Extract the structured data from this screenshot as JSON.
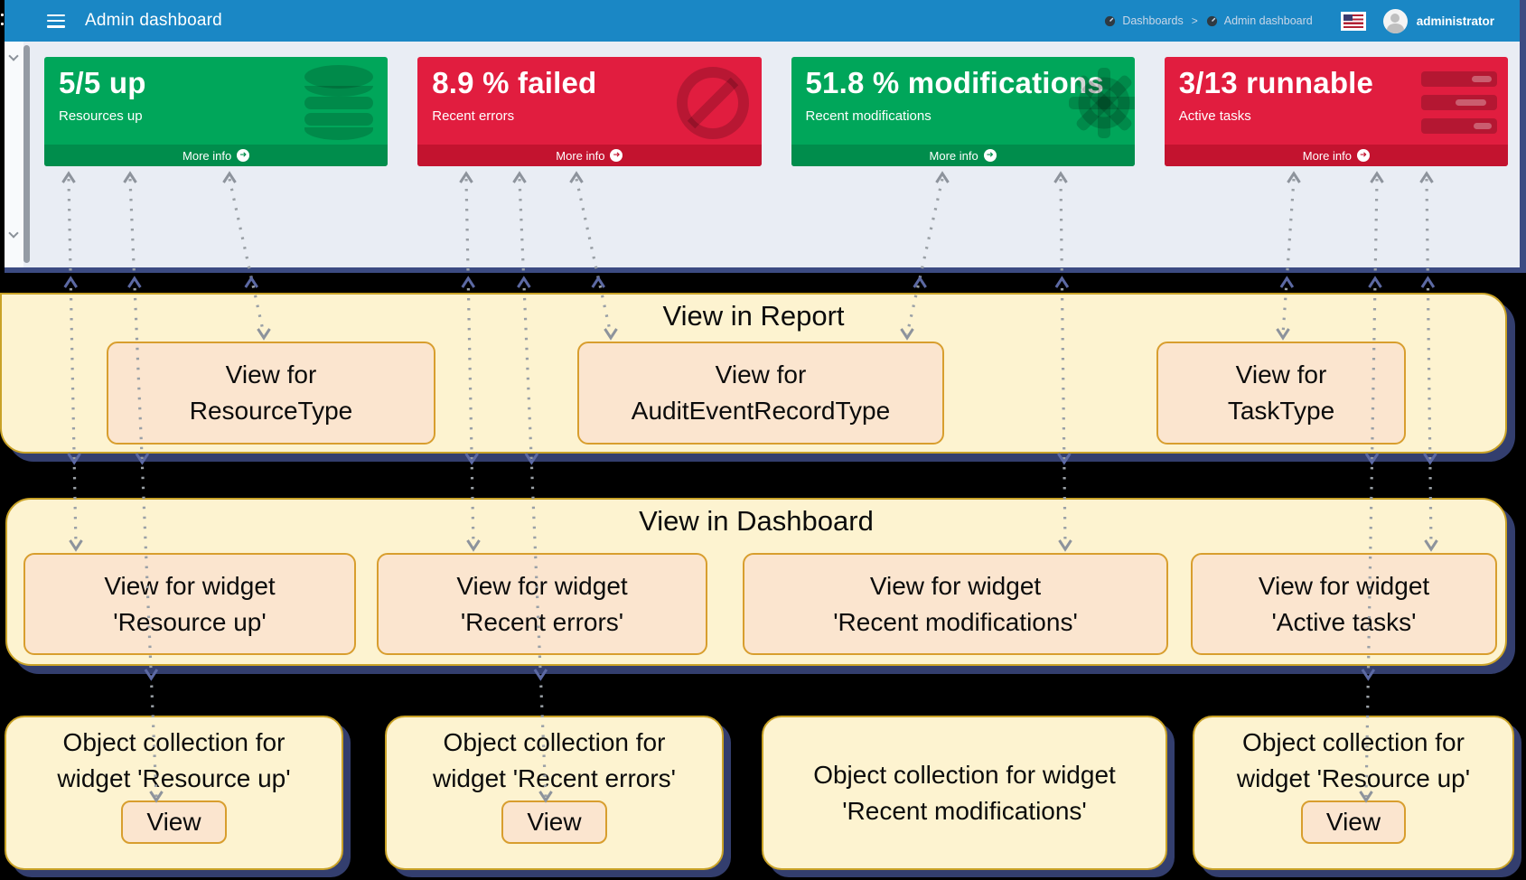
{
  "header": {
    "title": "Admin dashboard",
    "breadcrumbs": [
      {
        "label": "Dashboards"
      },
      {
        "label": "Admin dashboard"
      }
    ],
    "breadcrumb_separator": ">",
    "user": "administrator"
  },
  "cards": [
    {
      "headline": "5/5 up",
      "subtitle": "Resources up",
      "more_info": "More info",
      "tone": "green",
      "icon": "database-icon"
    },
    {
      "headline": "8.9 % failed",
      "subtitle": "Recent errors",
      "more_info": "More info",
      "tone": "red",
      "icon": "ban-icon"
    },
    {
      "headline": "51.8 % modifications",
      "subtitle": "Recent modifications",
      "more_info": "More info",
      "tone": "green",
      "icon": "gear-icon"
    },
    {
      "headline": "3/13 runnable",
      "subtitle": "Active tasks",
      "more_info": "More info",
      "tone": "red",
      "icon": "tasks-icon"
    }
  ],
  "report_band": {
    "title": "View in Report",
    "boxes": [
      "View for\nResourceType",
      "View for\nAuditEventRecordType",
      "View for\nTaskType"
    ]
  },
  "dashboard_band": {
    "title": "View in Dashboard",
    "boxes": [
      "View for widget\n'Resource up'",
      "View for widget\n'Recent errors'",
      "View for widget\n'Recent modifications'",
      "View for widget\n'Active tasks'"
    ]
  },
  "collection_boxes": [
    {
      "label": "Object collection for\nwidget 'Resource up'",
      "button": "View"
    },
    {
      "label": "Object collection for\nwidget 'Recent errors'",
      "button": "View"
    },
    {
      "label": "Object collection for widget\n'Recent modifications'",
      "button": ""
    },
    {
      "label": "Object collection for\nwidget 'Resource up'",
      "button": "View"
    }
  ],
  "colors": {
    "header_blue": "#1a87c5",
    "green": "#00a65a",
    "green_dark": "#008d4c",
    "red": "#e11d3f",
    "red_dark": "#c3132f",
    "content_bg": "#e9edf4",
    "frame_navy": "#3c4b82",
    "shadow_navy": "#333e6e",
    "band_bg": "#fdf3d0",
    "band_border": "#c9a227",
    "box_bg": "#fbe5cf",
    "box_border": "#d89e2e",
    "connector_gray": "#9aa0a6",
    "diagram_bg": "#000000"
  }
}
